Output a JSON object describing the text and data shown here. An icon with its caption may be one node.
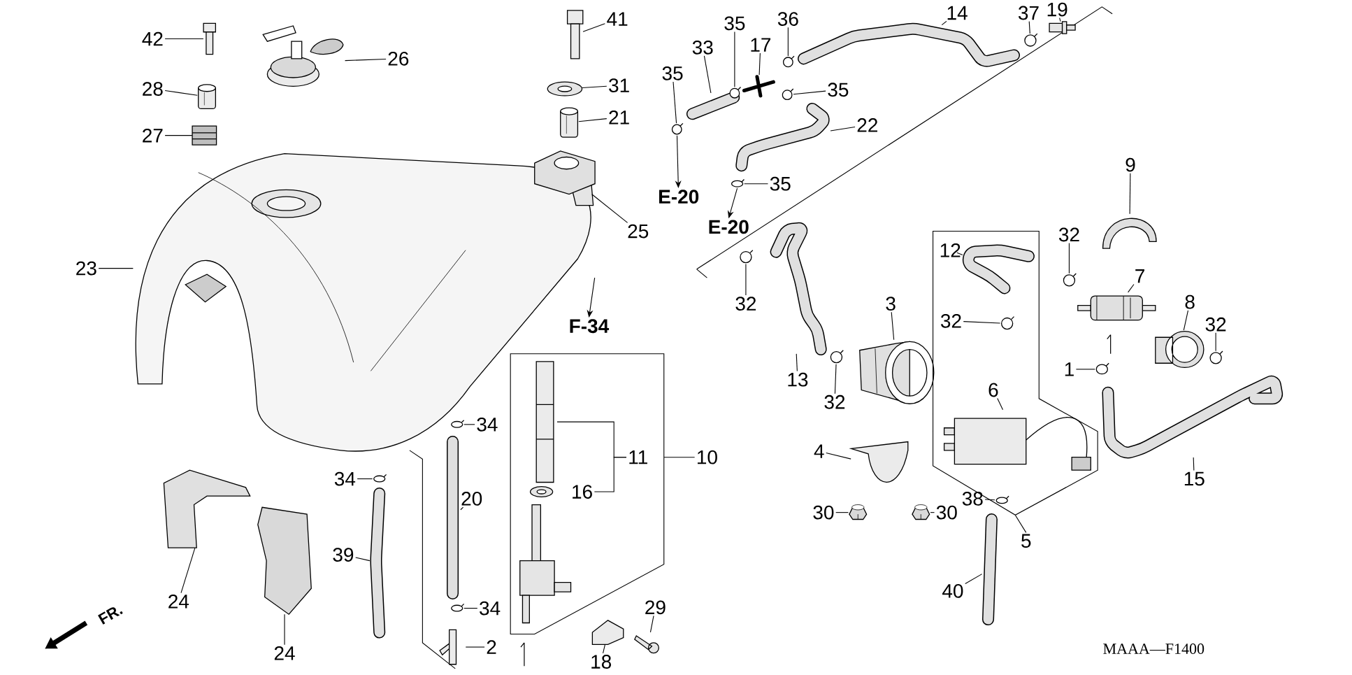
{
  "diagram": {
    "nodes": [
      {
        "text": [
          "42"
        ]
      },
      {
        "text": [],
        "shape": "picture"
      },
      {
        "text": [
          "26"
        ]
      },
      {
        "text": [],
        "shape": "picture"
      },
      {
        "text": [
          "28"
        ]
      },
      {
        "text": [],
        "shape": "picture"
      },
      {
        "text": [
          "27"
        ]
      },
      {
        "text": [],
        "shape": "picture"
      },
      {
        "text": [
          "23"
        ]
      },
      {
        "text": [],
        "shape": "picture"
      },
      {
        "text": [
          "41"
        ]
      },
      {
        "text": [],
        "shape": "picture"
      },
      {
        "text": [
          "31"
        ]
      },
      {
        "text": [],
        "shape": "picture"
      },
      {
        "text": [
          "21"
        ]
      },
      {
        "text": [],
        "shape": "picture"
      },
      {
        "text": [
          "25"
        ]
      },
      {
        "text": [],
        "shape": "picture"
      },
      {
        "text": [
          "F-34"
        ]
      },
      {
        "text": [
          "35"
        ]
      },
      {
        "text": [],
        "shape": "picture"
      },
      {
        "text": [
          "E-20"
        ]
      },
      {
        "text": [
          "33"
        ]
      },
      {
        "text": [],
        "shape": "picture"
      },
      {
        "text": [
          "35"
        ]
      },
      {
        "text": [],
        "shape": "picture"
      },
      {
        "text": [
          "17"
        ]
      },
      {
        "text": [],
        "shape": "picture"
      },
      {
        "text": [
          "36"
        ]
      },
      {
        "text": [],
        "shape": "picture"
      },
      {
        "text": [
          "35"
        ]
      },
      {
        "text": [],
        "shape": "picture"
      },
      {
        "text": [
          "22"
        ]
      },
      {
        "text": [],
        "shape": "picture"
      },
      {
        "text": [
          "35"
        ]
      },
      {
        "text": [],
        "shape": "picture"
      },
      {
        "text": [
          "E-20"
        ]
      },
      {
        "text": [
          "14"
        ]
      },
      {
        "text": [],
        "shape": "picture"
      },
      {
        "text": [
          "37"
        ]
      },
      {
        "text": [],
        "shape": "picture"
      },
      {
        "text": [
          "19"
        ]
      },
      {
        "text": [],
        "shape": "picture"
      },
      {
        "text": [
          "9"
        ]
      },
      {
        "text": [],
        "shape": "picture"
      },
      {
        "text": [
          "12"
        ],
        "in": 88
      },
      {
        "text": [],
        "shape": "picture",
        "in": 88
      },
      {
        "text": [
          "32"
        ]
      },
      {
        "text": [],
        "shape": "picture"
      },
      {
        "text": [
          "7"
        ]
      },
      {
        "text": [],
        "shape": "picture"
      },
      {
        "text": [
          "3"
        ]
      },
      {
        "text": [],
        "shape": "picture"
      },
      {
        "text": [
          "32"
        ],
        "in": 88
      },
      {
        "text": [],
        "shape": "picture",
        "in": 88
      },
      {
        "text": [
          "8"
        ]
      },
      {
        "text": [],
        "shape": "picture"
      },
      {
        "text": [
          "32"
        ]
      },
      {
        "text": [],
        "shape": "picture"
      },
      {
        "text": [
          "1"
        ]
      },
      {
        "text": [],
        "shape": "picture"
      },
      {
        "text": [
          "32"
        ]
      },
      {
        "text": [],
        "shape": "picture"
      },
      {
        "text": [
          "13"
        ]
      },
      {
        "text": [],
        "shape": "picture"
      },
      {
        "text": [
          "32"
        ]
      },
      {
        "text": [],
        "shape": "picture"
      },
      {
        "text": [
          "6"
        ],
        "in": 88
      },
      {
        "text": [],
        "shape": "picture",
        "in": 88
      },
      {
        "text": [
          "4"
        ]
      },
      {
        "text": [],
        "shape": "picture"
      },
      {
        "text": [
          "30"
        ]
      },
      {
        "text": [],
        "shape": "picture"
      },
      {
        "text": [
          "30"
        ]
      },
      {
        "text": [],
        "shape": "picture"
      },
      {
        "text": [
          "38"
        ]
      },
      {
        "text": [],
        "shape": "picture",
        "in": 88
      },
      {
        "text": [
          "40"
        ]
      },
      {
        "text": [],
        "shape": "picture"
      },
      {
        "text": [
          "5"
        ]
      },
      {
        "text": [],
        "shape": "box"
      },
      {
        "text": [
          "15"
        ]
      },
      {
        "text": [],
        "shape": "picture"
      },
      {
        "text": [
          "11"
        ],
        "in": 80
      },
      {
        "text": [],
        "shape": "picture",
        "in": 80
      },
      {
        "text": [
          "16"
        ],
        "in": 80
      },
      {
        "text": [],
        "shape": "picture",
        "in": 80
      },
      {
        "text": [
          "10"
        ]
      },
      {
        "text": [],
        "shape": "box"
      },
      {
        "text": [
          "34"
        ]
      },
      {
        "text": [],
        "shape": "picture"
      },
      {
        "text": [
          "20"
        ]
      },
      {
        "text": [],
        "shape": "picture"
      },
      {
        "text": [
          "34"
        ]
      },
      {
        "text": [],
        "shape": "picture"
      },
      {
        "text": [
          "2"
        ]
      },
      {
        "text": [],
        "shape": "picture"
      },
      {
        "text": [
          "34"
        ]
      },
      {
        "text": [],
        "shape": "picture"
      },
      {
        "text": [
          "39"
        ]
      },
      {
        "text": [],
        "shape": "picture"
      },
      {
        "text": [
          "24"
        ]
      },
      {
        "text": [],
        "shape": "picture"
      },
      {
        "text": [
          "24"
        ]
      },
      {
        "text": [],
        "shape": "picture"
      },
      {
        "text": [
          "18"
        ]
      },
      {
        "text": [],
        "shape": "picture"
      },
      {
        "text": [
          "29"
        ]
      },
      {
        "text": [],
        "shape": "picture"
      }
    ],
    "edges": [
      {
        "from": 0,
        "to": 1,
        "arrow": "none"
      },
      {
        "from": 2,
        "to": 3,
        "arrow": "none"
      },
      {
        "from": 4,
        "to": 5,
        "arrow": "none"
      },
      {
        "from": 6,
        "to": 7,
        "arrow": "none"
      },
      {
        "from": 8,
        "to": 9,
        "arrow": "none"
      },
      {
        "from": 10,
        "to": 11,
        "arrow": "none"
      },
      {
        "from": 12,
        "to": 13,
        "arrow": "none"
      },
      {
        "from": 14,
        "to": 15,
        "arrow": "none"
      },
      {
        "from": 16,
        "to": 17,
        "arrow": "none"
      },
      {
        "from": 9,
        "to": 18,
        "arrow": "to"
      },
      {
        "from": 19,
        "to": 20,
        "arrow": "none"
      },
      {
        "from": 20,
        "to": 21,
        "arrow": "to"
      },
      {
        "from": 22,
        "to": 23,
        "arrow": "none"
      },
      {
        "from": 24,
        "to": 25,
        "arrow": "none"
      },
      {
        "from": 26,
        "to": 27,
        "arrow": "none"
      },
      {
        "from": 28,
        "to": 29,
        "arrow": "none"
      },
      {
        "from": 30,
        "to": 31,
        "arrow": "none"
      },
      {
        "from": 32,
        "to": 33,
        "arrow": "none"
      },
      {
        "from": 34,
        "to": 35,
        "arrow": "none"
      },
      {
        "from": 35,
        "to": 36,
        "arrow": "to"
      },
      {
        "from": 37,
        "to": 38,
        "arrow": "none"
      },
      {
        "from": 39,
        "to": 40,
        "arrow": "none"
      },
      {
        "from": 41,
        "to": 42,
        "arrow": "none"
      },
      {
        "from": 43,
        "to": 44,
        "arrow": "none"
      },
      {
        "from": 45,
        "to": 46,
        "arrow": "none"
      },
      {
        "from": 47,
        "to": 48,
        "arrow": "none"
      },
      {
        "from": 49,
        "to": 50,
        "arrow": "none"
      },
      {
        "from": 51,
        "to": 52,
        "arrow": "none"
      },
      {
        "from": 53,
        "to": 54,
        "arrow": "none"
      },
      {
        "from": 55,
        "to": 56,
        "arrow": "none"
      },
      {
        "from": 57,
        "to": 58,
        "arrow": "none"
      },
      {
        "from": 59,
        "to": 60,
        "arrow": "none"
      },
      {
        "from": 61,
        "to": 62,
        "arrow": "none"
      },
      {
        "from": 63,
        "to": 64,
        "arrow": "none"
      },
      {
        "from": 65,
        "to": 66,
        "arrow": "none"
      },
      {
        "from": 67,
        "to": 68,
        "arrow": "none"
      },
      {
        "from": 69,
        "to": 70,
        "arrow": "none"
      },
      {
        "from": 71,
        "to": 72,
        "arrow": "none"
      },
      {
        "from": 73,
        "to": 74,
        "arrow": "none"
      },
      {
        "from": 75,
        "to": 76,
        "arrow": "none"
      },
      {
        "from": 77,
        "to": 78,
        "arrow": "none"
      },
      {
        "from": 79,
        "to": 88,
        "arrow": "none"
      },
      {
        "from": 81,
        "to": 82,
        "arrow": "none"
      },
      {
        "from": 83,
        "to": 84,
        "arrow": "none"
      },
      {
        "from": 83,
        "to": 85,
        "arrow": "none"
      },
      {
        "from": 87,
        "to": 80,
        "arrow": "none"
      },
      {
        "from": 89,
        "to": 90,
        "arrow": "none"
      },
      {
        "from": 91,
        "to": 92,
        "arrow": "none"
      },
      {
        "from": 93,
        "to": 94,
        "arrow": "none"
      },
      {
        "from": 95,
        "to": 96,
        "arrow": "none"
      },
      {
        "from": 97,
        "to": 98,
        "arrow": "none"
      },
      {
        "from": 99,
        "to": 100,
        "arrow": "none"
      },
      {
        "from": 101,
        "to": 102,
        "arrow": "none"
      },
      {
        "from": 103,
        "to": 104,
        "arrow": "none"
      },
      {
        "from": 105,
        "to": 106,
        "arrow": "none"
      },
      {
        "from": 107,
        "to": 108,
        "arrow": "none"
      }
    ],
    "labels": [
      "FR.",
      "MAAA—F1400"
    ]
  }
}
